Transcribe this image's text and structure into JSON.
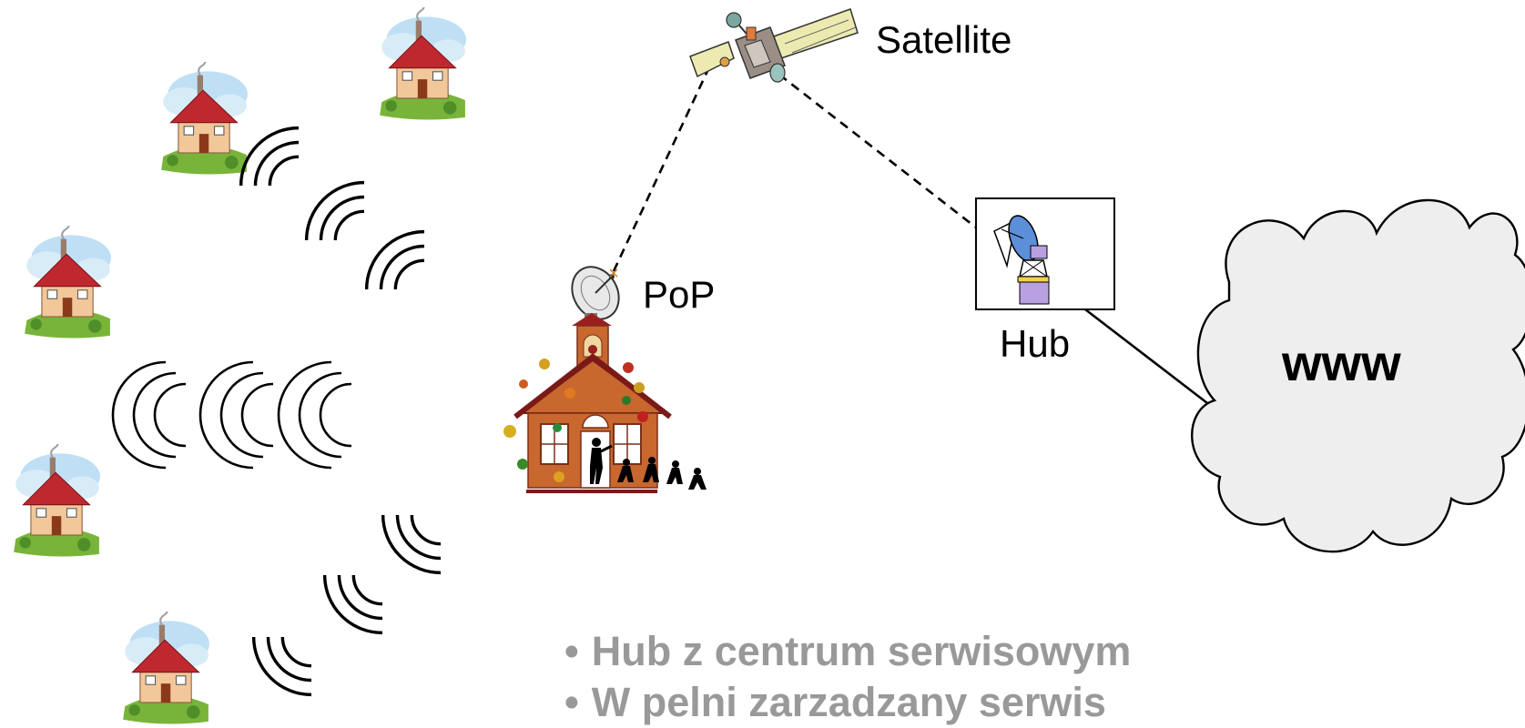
{
  "labels": {
    "satellite": "Satellite",
    "pop": "PoP",
    "hub": "Hub",
    "www": "www"
  },
  "bullets": [
    "Hub z centrum serwisowym",
    "W pelni zarzadzany serwis"
  ],
  "icons": {
    "house": "house-icon",
    "satellite": "satellite-icon",
    "school": "school-building-icon",
    "dish": "satellite-dish-icon",
    "hub_antenna": "hub-antenna-icon",
    "cloud": "cloud-icon",
    "signal": "wireless-signal-icon"
  },
  "colors": {
    "roof": "#c0282f",
    "house_wall": "#f2c79a",
    "grass": "#79b43a",
    "sky": "#bfdff5",
    "school_wall": "#c8672e",
    "cloud_fill": "#eeeeee",
    "bullet_text": "#999999",
    "dish_blue": "#5b8fd8",
    "hub_purple": "#b9a0e0",
    "hub_yellow": "#f2d24a"
  }
}
